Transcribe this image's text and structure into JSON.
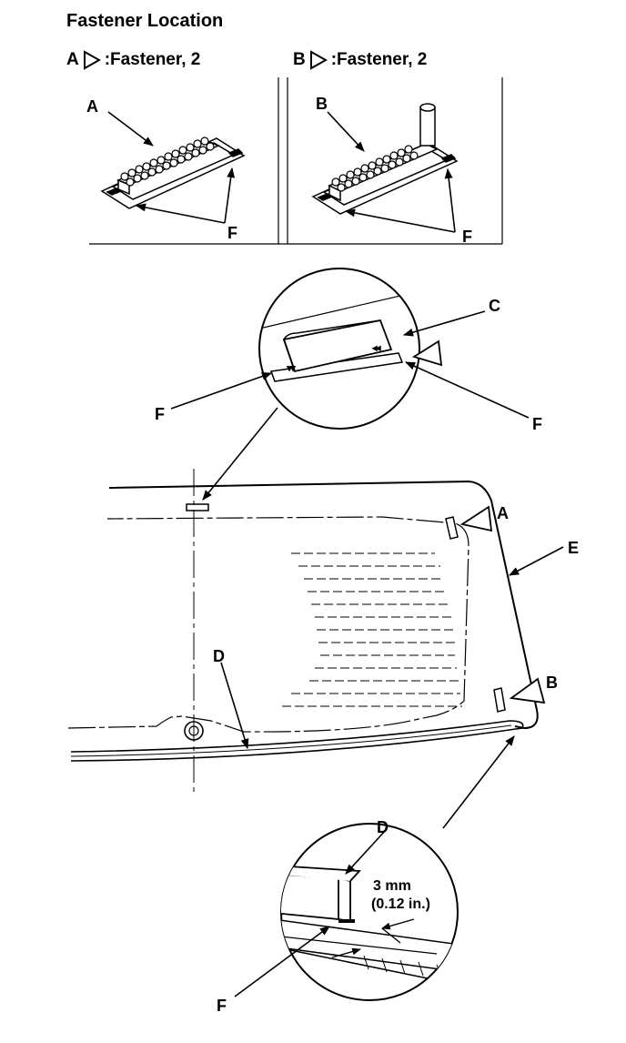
{
  "title": "Fastener Location",
  "legend": [
    {
      "key": "A",
      "text": ":Fastener, 2"
    },
    {
      "key": "B",
      "text": ":Fastener, 2"
    }
  ],
  "callouts": {
    "A": "A",
    "B": "B",
    "C": "C",
    "D": "D",
    "E": "E",
    "F": "F"
  },
  "dimension": {
    "value": "3 mm",
    "alt": "(0.12 in.)"
  },
  "colors": {
    "line": "#000000",
    "background": "#ffffff"
  }
}
